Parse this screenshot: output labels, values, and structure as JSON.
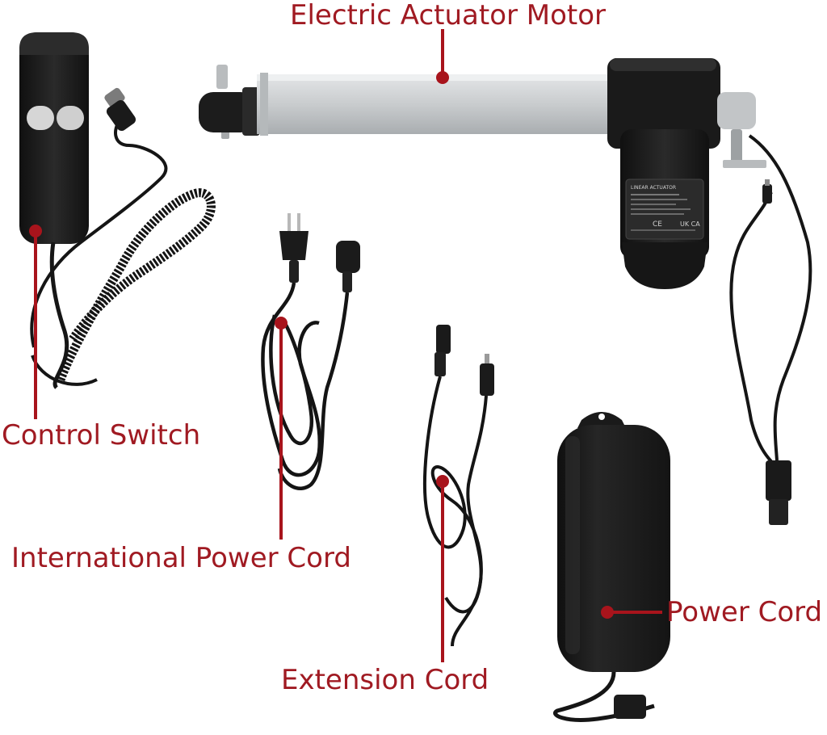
{
  "labels": {
    "actuator_motor": "Electric Actuator Motor",
    "control_switch": "Control Switch",
    "international_power_cord": "International Power Cord",
    "extension_cord": "Extension Cord",
    "power_cord": "Power Cord"
  },
  "actuator_body_text": {
    "model": "LINEAR ACTUATOR",
    "marks": [
      "CE",
      "UK CA"
    ]
  },
  "colors": {
    "callout": "#a8141c",
    "label_text": "#a01a22",
    "device_black": "#1b1b1b",
    "aluminum": "#cfd2d4",
    "background": "#ffffff"
  }
}
